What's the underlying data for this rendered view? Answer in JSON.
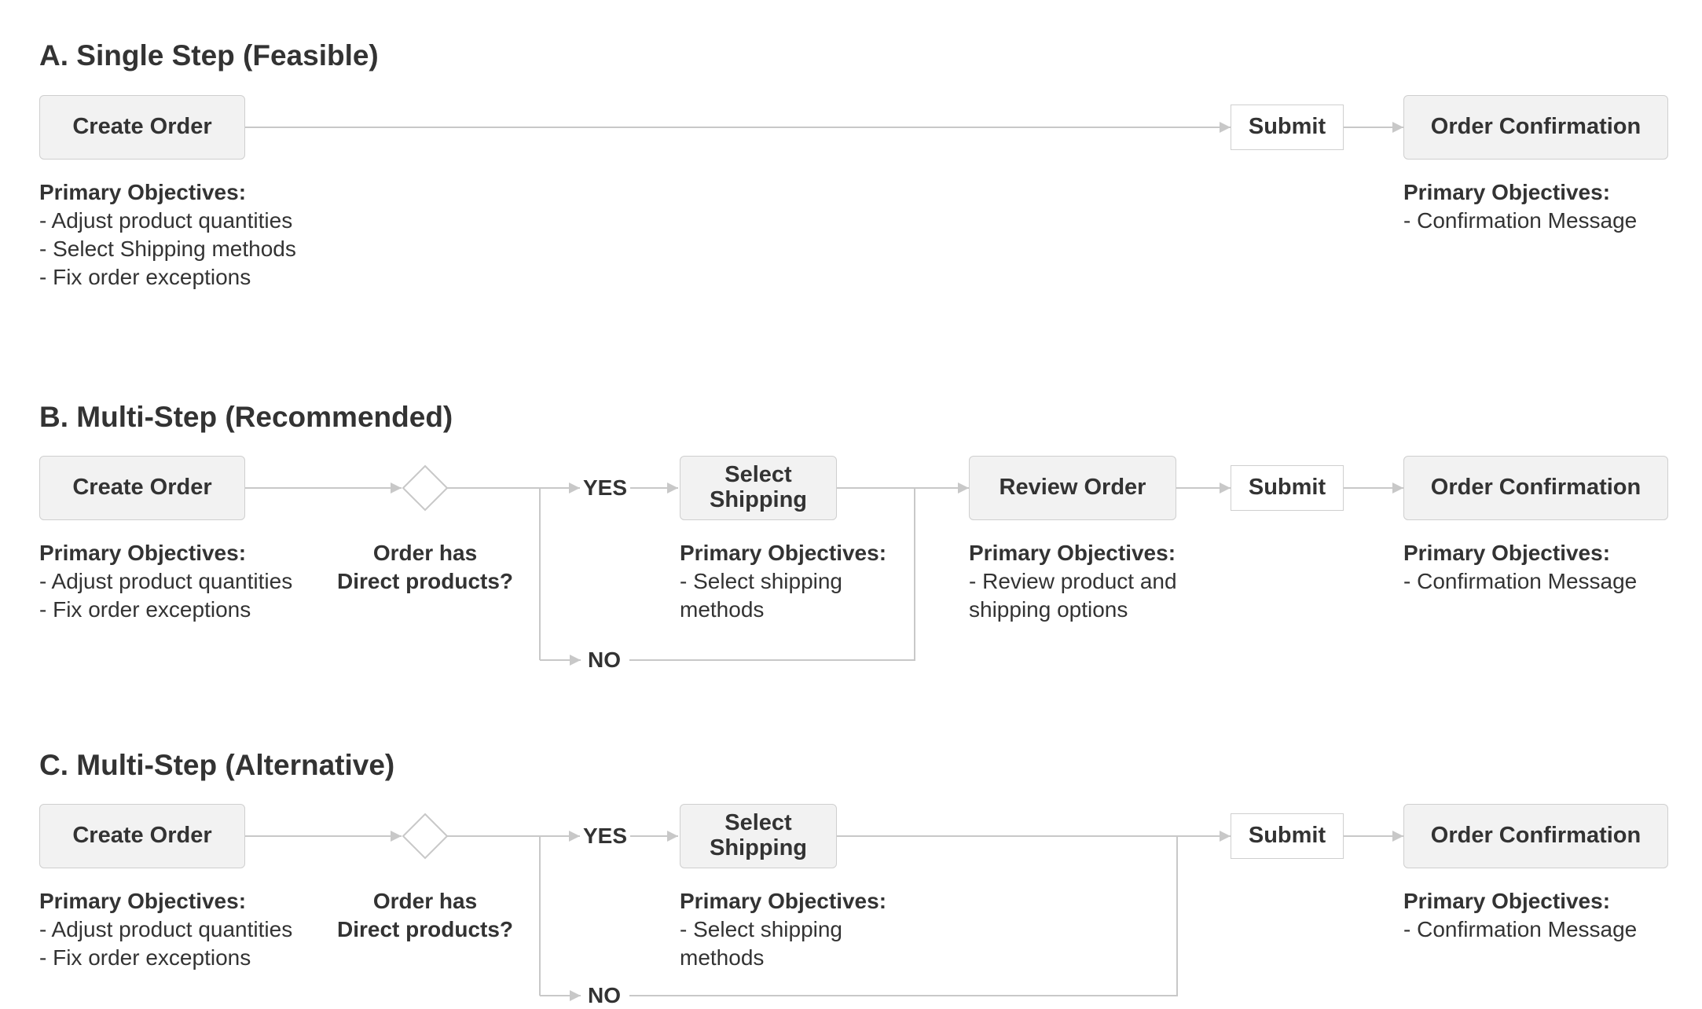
{
  "sections": {
    "a": {
      "title": "A. Single Step (Feasible)",
      "create_order": "Create Order",
      "submit": "Submit",
      "order_confirmation": "Order Confirmation",
      "create_notes": {
        "heading": "Primary Objectives:",
        "items": [
          "- Adjust product quantities",
          "- Select Shipping methods",
          "- Fix order exceptions"
        ]
      },
      "confirm_notes": {
        "heading": "Primary Objectives:",
        "items": [
          "- Confirmation Message"
        ]
      }
    },
    "b": {
      "title": "B. Multi-Step (Recommended)",
      "create_order": "Create Order",
      "decision_line1": "Order has",
      "decision_line2": "Direct products?",
      "yes": "YES",
      "no": "NO",
      "select_shipping": "Select\nShipping",
      "review_order": "Review Order",
      "submit": "Submit",
      "order_confirmation": "Order Confirmation",
      "create_notes": {
        "heading": "Primary Objectives:",
        "items": [
          "- Adjust product quantities",
          "- Fix order exceptions"
        ]
      },
      "shipping_notes": {
        "heading": "Primary Objectives:",
        "items": [
          "- Select shipping\nmethods"
        ]
      },
      "review_notes": {
        "heading": "Primary Objectives:",
        "items": [
          "- Review product and\nshipping options"
        ]
      },
      "confirm_notes": {
        "heading": "Primary Objectives:",
        "items": [
          "- Confirmation Message"
        ]
      }
    },
    "c": {
      "title": "C. Multi-Step (Alternative)",
      "create_order": "Create Order",
      "decision_line1": "Order has",
      "decision_line2": "Direct products?",
      "yes": "YES",
      "no": "NO",
      "select_shipping": "Select\nShipping",
      "submit": "Submit",
      "order_confirmation": "Order Confirmation",
      "create_notes": {
        "heading": "Primary Objectives:",
        "items": [
          "- Adjust product quantities",
          "- Fix order exceptions"
        ]
      },
      "shipping_notes": {
        "heading": "Primary Objectives:",
        "items": [
          "- Select shipping\nmethods"
        ]
      },
      "confirm_notes": {
        "heading": "Primary Objectives:",
        "items": [
          "- Confirmation Message"
        ]
      }
    }
  },
  "colors": {
    "box_fill": "#f2f2f2",
    "box_border": "#cfcfcf",
    "line": "#c8c8c8",
    "text": "#333333"
  }
}
